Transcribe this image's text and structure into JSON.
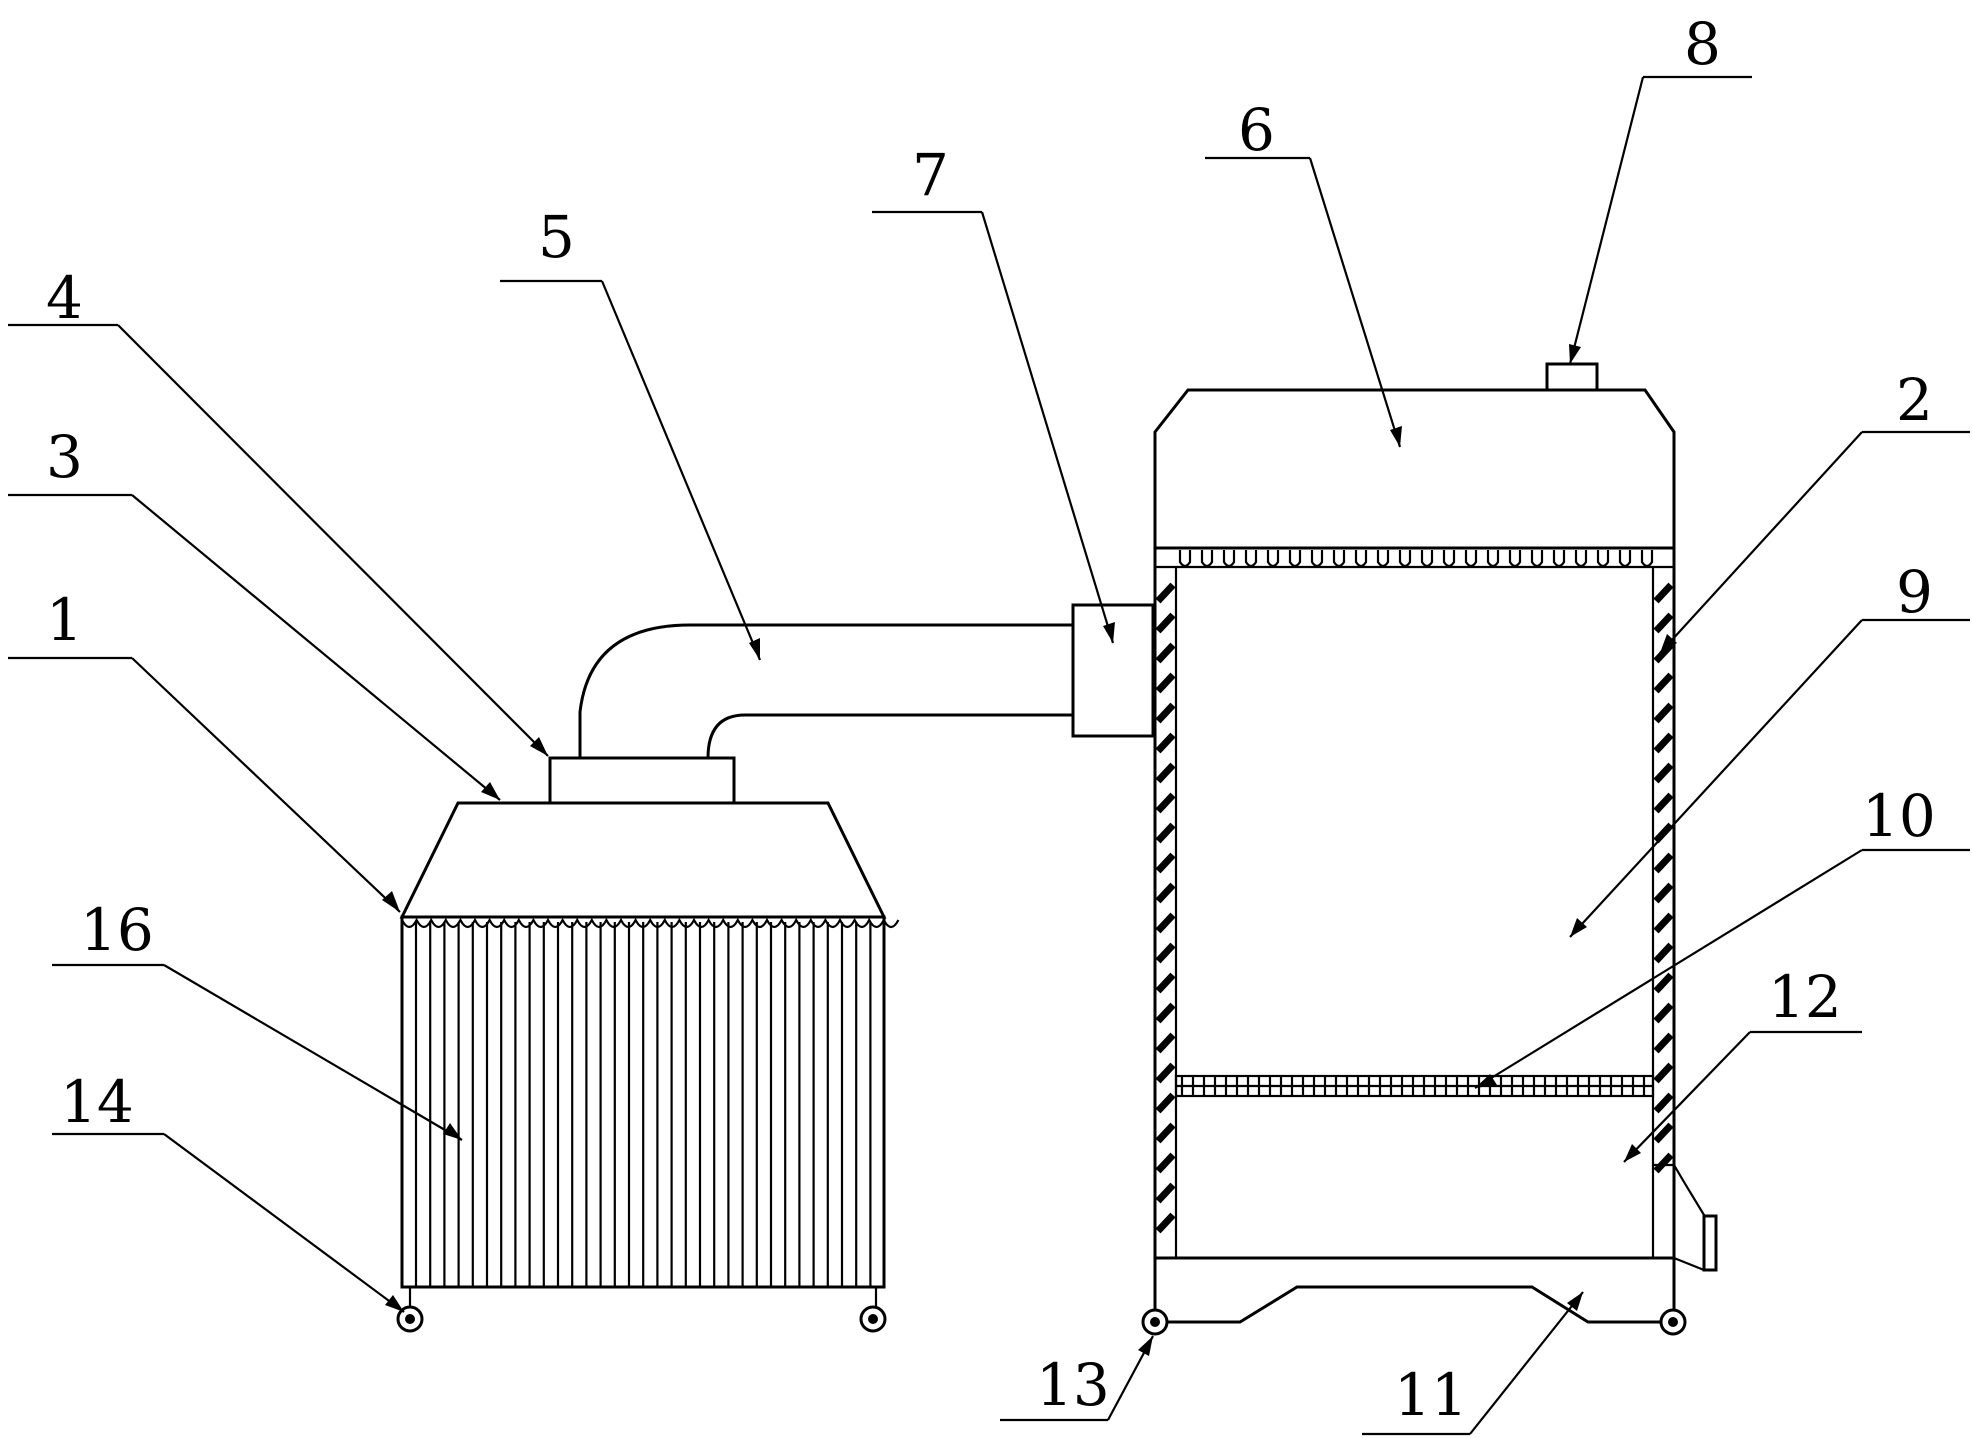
{
  "diagram": {
    "type": "patent-schematic",
    "callouts": [
      {
        "id": "c1",
        "label": "1"
      },
      {
        "id": "c2",
        "label": "2"
      },
      {
        "id": "c3",
        "label": "3"
      },
      {
        "id": "c4",
        "label": "4"
      },
      {
        "id": "c5",
        "label": "5"
      },
      {
        "id": "c6",
        "label": "6"
      },
      {
        "id": "c7",
        "label": "7"
      },
      {
        "id": "c8",
        "label": "8"
      },
      {
        "id": "c9",
        "label": "9"
      },
      {
        "id": "c10",
        "label": "10"
      },
      {
        "id": "c11",
        "label": "11"
      },
      {
        "id": "c12",
        "label": "12"
      },
      {
        "id": "c13",
        "label": "13"
      },
      {
        "id": "c14",
        "label": "14"
      },
      {
        "id": "c16",
        "label": "16"
      }
    ],
    "colors": {
      "stroke": "#000000",
      "background": "#ffffff"
    }
  }
}
